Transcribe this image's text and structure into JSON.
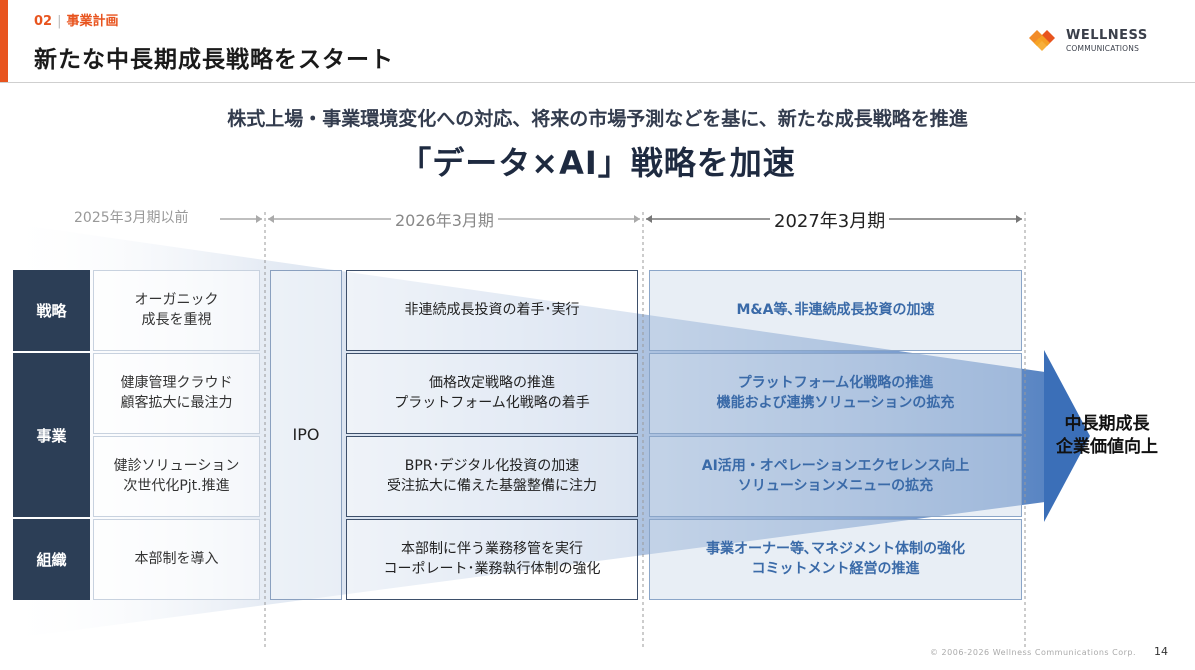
{
  "header": {
    "section_number": "02",
    "section_name": "事業計画",
    "title": "新たな中長期成長戦略をスタート",
    "logo_line1": "WELLNESS",
    "logo_line2": "COMMUNICATIONS"
  },
  "subtitle": "株式上場・事業環境変化への対応、将来の市場予測などを基に、新たな成長戦略を推進",
  "headline": "「データ×AI」戦略を加速",
  "periods": {
    "past": "2025年3月期以前",
    "current": "2026年3月期",
    "next": "2027年3月期"
  },
  "categories": {
    "strategy": "戦略",
    "business": "事業",
    "organization": "組織"
  },
  "ipo_label": "IPO",
  "cells": {
    "past_strategy": "オーガニック\n成長を重視",
    "past_business1": "健康管理クラウド\n顧客拡大に最注力",
    "past_business2": "健診ソリューション\n次世代化Pjt.推進",
    "past_org": "本部制を導入",
    "cur_strategy": "非連続成長投資の着手･実行",
    "cur_business1": "価格改定戦略の推進\nプラットフォーム化戦略の着手",
    "cur_business2": "BPR･デジタル化投資の加速\n受注拡大に備えた基盤整備に注力",
    "cur_org": "本部制に伴う業務移管を実行\nコーポレート･業務執行体制の強化",
    "next_strategy": "M&A等､非連続成長投資の加速",
    "next_business1": "プラットフォーム化戦略の推進\n機能および連携ソリューションの拡充",
    "next_business2": "AI活用・オペレーションエクセレンス向上\nソリューションメニューの拡充",
    "next_org": "事業オーナー等､マネジメント体制の強化\nコミットメント経営の推進"
  },
  "goal": "中長期成長\n企業価値向上",
  "footer": {
    "copyright": "© 2006-2026 Wellness Communications Corp.",
    "page_number": "14"
  },
  "colors": {
    "accent": "#e8541e",
    "category_bg": "#2c3e56",
    "arrow": "#3b6fb8",
    "next_text": "#3a6aa8"
  }
}
